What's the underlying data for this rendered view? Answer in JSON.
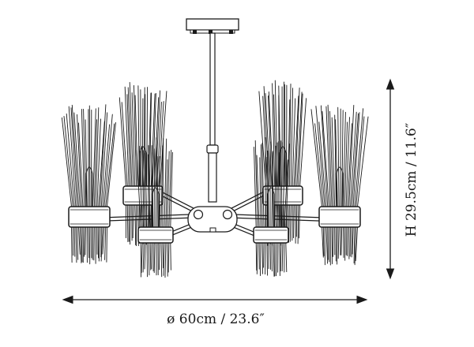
{
  "figure": {
    "width_label": "ø 60cm / 23.6″",
    "height_label": "H 29.5cm / 11.6″"
  },
  "colors": {
    "line": "#1a1a1a",
    "fill": "#ffffff"
  },
  "icons": [
    "chandelier-drawing",
    "dimension-arrow-horizontal",
    "dimension-arrow-vertical"
  ]
}
